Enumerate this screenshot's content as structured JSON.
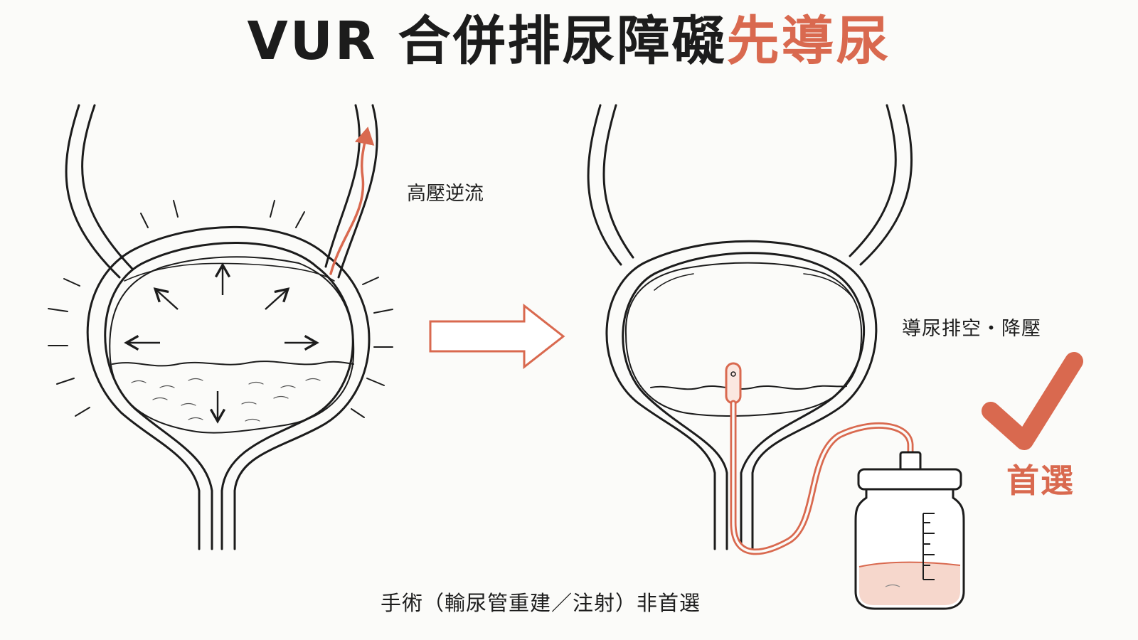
{
  "title": {
    "main": "VUR 合併排尿障礙",
    "accent": "先導尿"
  },
  "labels": {
    "pressure": "高壓逆流",
    "relief": "導尿排空・降壓",
    "first_choice": "首選",
    "note": "手術（輸尿管重建／注射）非首選"
  },
  "colors": {
    "accent": "#d9694f",
    "ink": "#1c1c1c",
    "urine": "#f6d7cc"
  }
}
